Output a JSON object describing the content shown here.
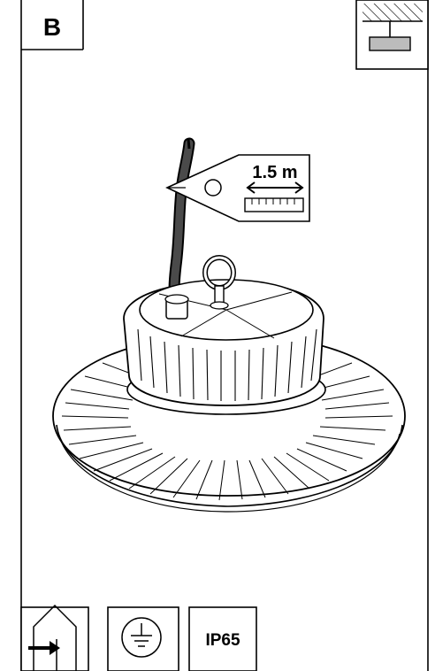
{
  "panel": {
    "label": "B"
  },
  "cable_tag": {
    "length_label": "1.5 m"
  },
  "badges": {
    "ip_rating": "IP65"
  },
  "icons": {
    "ceiling": "ceiling-mount-icon",
    "indoor": "indoor-use-icon",
    "ground": "protective-earth-icon",
    "ruler": "ruler-icon",
    "arrow": "double-arrow-icon"
  }
}
